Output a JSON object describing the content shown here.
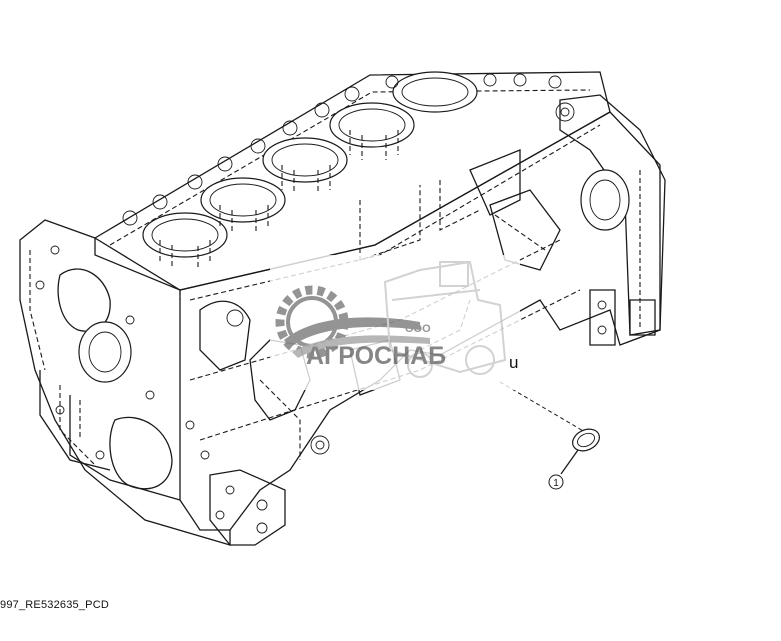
{
  "diagram": {
    "part_callouts": [
      {
        "number": "1"
      }
    ],
    "caption": "997_RE532635_PCD",
    "label_suffix": "u"
  },
  "watermark": {
    "company_prefix": "ООО",
    "company_name": "АГРОСНАБ",
    "colors": {
      "gray": "#8c8c8c",
      "light": "#d9d9d9"
    }
  }
}
